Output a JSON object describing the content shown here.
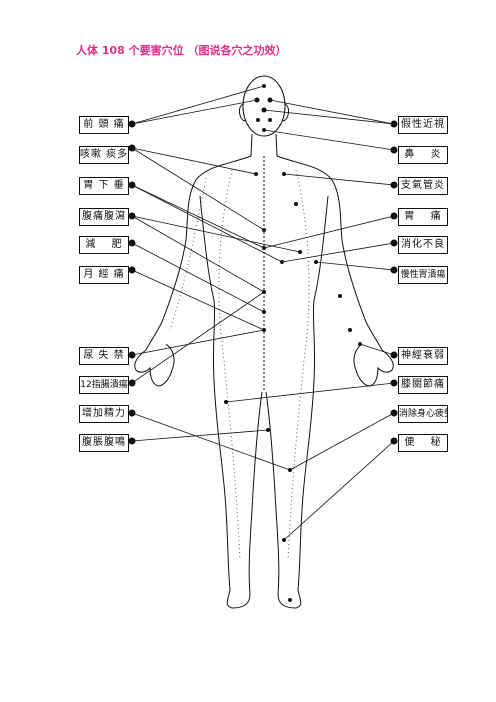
{
  "title": "人体 108 个要害穴位 （图说各穴之功效）",
  "left_labels": [
    "前 頭 痛",
    "咳嗽 痰多",
    "胃 下 垂",
    "腹痛腹瀉",
    "減　 肥",
    "月 經 痛",
    "尿 失 禁",
    "12指腸潰瘍",
    "增加精力",
    "腹脹腹鳴"
  ],
  "right_labels": [
    "假性近視",
    "鼻　 炎",
    "支氣管炎",
    "胃　 痛",
    "消化不良",
    "慢性胃潰瘍",
    "神經衰弱",
    "膝關節痛",
    "消除身心疲勞",
    "便　 秘"
  ],
  "colors": {
    "title": "#e0308a",
    "line": "#111111"
  }
}
